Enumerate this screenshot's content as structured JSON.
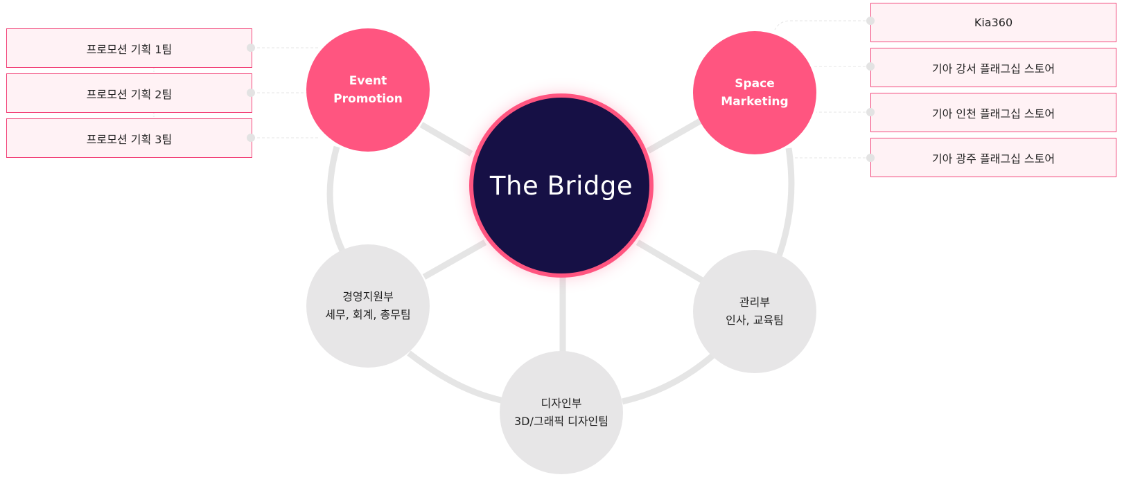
{
  "center": {
    "title": "The Bridge"
  },
  "divisions": {
    "event_promotion": {
      "line1": "Event",
      "line2": "Promotion"
    },
    "space_marketing": {
      "line1": "Space",
      "line2": "Marketing"
    },
    "management_support": {
      "line1": "경영지원부",
      "line2": "세무, 회계, 총무팀"
    },
    "administration": {
      "line1": "관리부",
      "line2": "인사, 교육팀"
    },
    "design": {
      "line1": "디자인부",
      "line2": "3D/그래픽 디자인팀"
    }
  },
  "event_teams": [
    "프로모션 기획 1팀",
    "프로모션 기획 2팀",
    "프로모션 기획 3팀"
  ],
  "space_teams": [
    "Kia360",
    "기아 강서 플래그십 스토어",
    "기아 인천 플래그십 스토어",
    "기아 광주 플래그십 스토어"
  ],
  "colors": {
    "accent": "#ff5580",
    "center_fill": "#161045",
    "neutral_fill": "#e7e6e7",
    "connector": "#e5e5e5",
    "box_border": "#f2457a",
    "box_fill": "#fff2f5",
    "dot": "#e3e3e3"
  }
}
